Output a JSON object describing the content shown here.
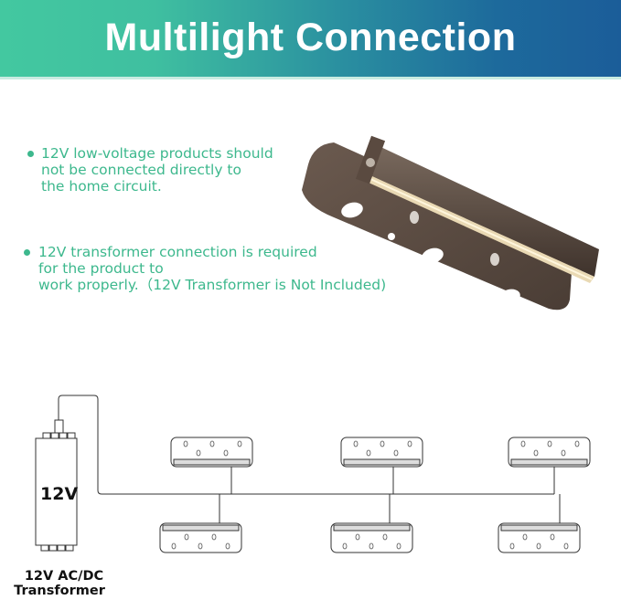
{
  "header": {
    "title": "Multilight Connection",
    "gradient_start": "#43c8a0",
    "gradient_end": "#1b5d99"
  },
  "notes": [
    {
      "lines": [
        "12V low-voltage products should",
        "not be connected directly to",
        "the home circuit."
      ],
      "color": "#3db88d"
    },
    {
      "lines": [
        "12V transformer connection is required",
        "for the product to",
        "work properly.（12V Transformer is Not Included)"
      ],
      "color": "#3db88d"
    }
  ],
  "product_photo": {
    "description": "bronze-finish LED hardscape/step light bar with mounting bracket",
    "finish_color": "#5a4a40"
  },
  "diagram": {
    "transformer": {
      "voltage_label": "12V",
      "caption_line1": "12V AC/DC",
      "caption_line2": "Transformer"
    },
    "fixtures_top_count": 3,
    "fixtures_bottom_count": 3
  }
}
